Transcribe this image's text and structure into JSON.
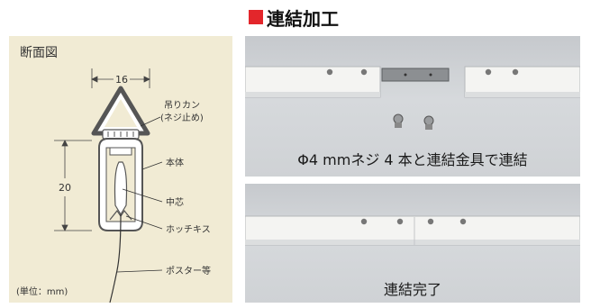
{
  "heading": {
    "label": "連結加工",
    "marker_color": "#e3262b"
  },
  "cross_section": {
    "title": "断面図",
    "dim_width": "16",
    "dim_height": "20",
    "labels": {
      "hook_line1": "吊りカン",
      "hook_line2": "(ネジ止め)",
      "body": "本体",
      "core": "中芯",
      "staple": "ホッチキス",
      "poster": "ポスター等"
    },
    "unit_note": "(単位：mm)"
  },
  "photos": [
    {
      "caption": "Φ4 mmネジ 4 本と連結金具で連結"
    },
    {
      "caption": "連結完了"
    }
  ]
}
